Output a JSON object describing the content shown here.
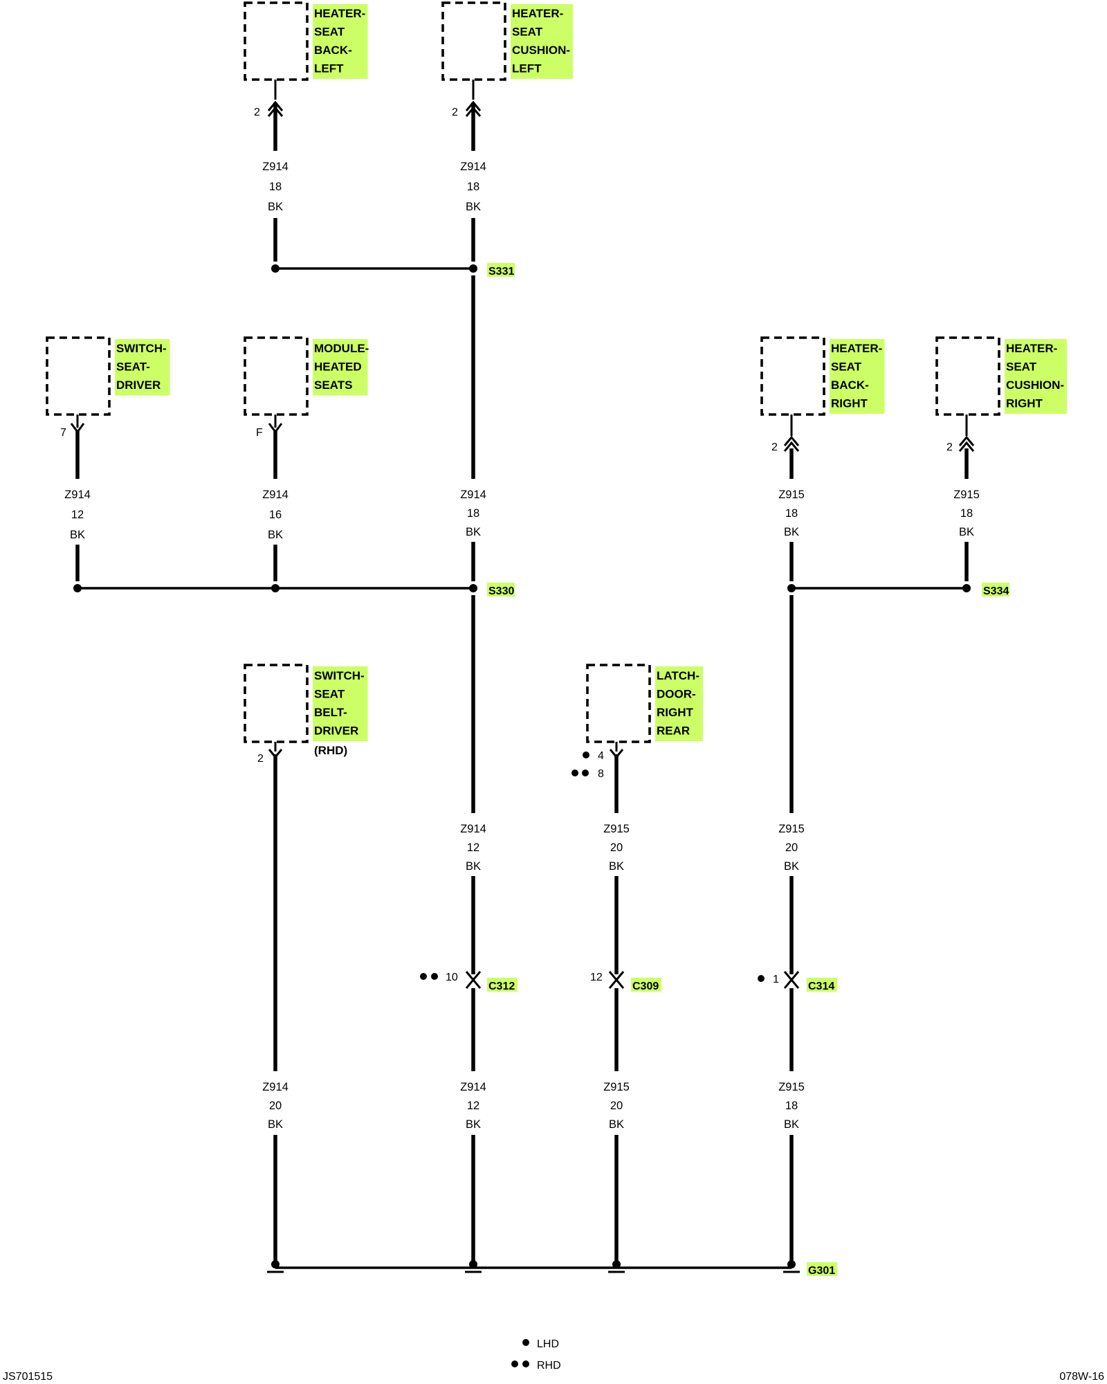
{
  "components": [
    {
      "label": [
        "HEATER-",
        "SEAT",
        "BACK-",
        "LEFT"
      ]
    },
    {
      "label": [
        "HEATER-",
        "SEAT",
        "CUSHION-",
        "LEFT"
      ]
    },
    {
      "label": [
        "SWITCH-",
        "SEAT-",
        "DRIVER"
      ]
    },
    {
      "label": [
        "MODULE-",
        "HEATED",
        "SEATS"
      ]
    },
    {
      "label": [
        "HEATER-",
        "SEAT",
        "BACK-",
        "RIGHT"
      ]
    },
    {
      "label": [
        "HEATER-",
        "SEAT",
        "CUSHION-",
        "RIGHT"
      ]
    },
    {
      "label": [
        "SWITCH-",
        "SEAT",
        "BELT-",
        "DRIVER"
      ],
      "note": "(RHD)"
    },
    {
      "label": [
        "LATCH-",
        "DOOR-",
        "RIGHT",
        "REAR"
      ]
    }
  ],
  "pins": [
    "2",
    "2",
    "7",
    "F",
    "2",
    "2",
    "2",
    "4",
    "8",
    "10",
    "12",
    "1"
  ],
  "wires": [
    {
      "circuit": "Z914",
      "gauge": "18",
      "color": "BK"
    },
    {
      "circuit": "Z914",
      "gauge": "18",
      "color": "BK"
    },
    {
      "circuit": "Z914",
      "gauge": "12",
      "color": "BK"
    },
    {
      "circuit": "Z914",
      "gauge": "16",
      "color": "BK"
    },
    {
      "circuit": "Z914",
      "gauge": "18",
      "color": "BK"
    },
    {
      "circuit": "Z915",
      "gauge": "18",
      "color": "BK"
    },
    {
      "circuit": "Z915",
      "gauge": "18",
      "color": "BK"
    },
    {
      "circuit": "Z914",
      "gauge": "12",
      "color": "BK"
    },
    {
      "circuit": "Z915",
      "gauge": "20",
      "color": "BK"
    },
    {
      "circuit": "Z915",
      "gauge": "20",
      "color": "BK"
    },
    {
      "circuit": "Z914",
      "gauge": "20",
      "color": "BK"
    },
    {
      "circuit": "Z914",
      "gauge": "12",
      "color": "BK"
    },
    {
      "circuit": "Z915",
      "gauge": "20",
      "color": "BK"
    },
    {
      "circuit": "Z915",
      "gauge": "18",
      "color": "BK"
    }
  ],
  "splices": [
    "S331",
    "S330",
    "S334"
  ],
  "connectors": [
    "C312",
    "C309",
    "C314"
  ],
  "ground": "G301",
  "legend": {
    "lhd": "LHD",
    "rhd": "RHD"
  },
  "footer": {
    "left": "JS701515",
    "right": "078W-16"
  },
  "colors": {
    "highlight": "#ccff66",
    "line": "#000000"
  }
}
